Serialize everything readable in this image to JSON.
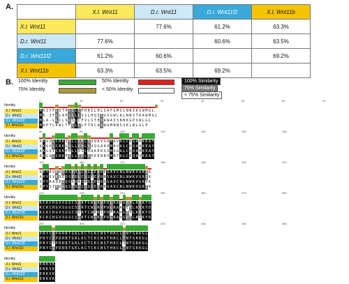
{
  "panels": {
    "a": "A.",
    "b": "B."
  },
  "table": {
    "column_headers": [
      "X.l. Wnt11",
      "D.r. Wnt11",
      "D.r. Wnt11f2",
      "X.l. Wnt11b"
    ],
    "rows": [
      {
        "label": "X.l. Wnt11",
        "cells": [
          "",
          "77.6%",
          "61.2%",
          "63.3%"
        ]
      },
      {
        "label": "D.r. Wnt11",
        "cells": [
          "77.6%",
          "",
          "60.6%",
          "63.5%"
        ]
      },
      {
        "label": "D.r. Wnt11f2",
        "cells": [
          "61.2%",
          "60.6%",
          "",
          "69.2%"
        ]
      },
      {
        "label": "X.l. Wnt11b",
        "cells": [
          "63.3%",
          "63.5%",
          "69.2%",
          ""
        ]
      }
    ],
    "colors": {
      "xl_wnt11": "#fde95c",
      "dr_wnt11": "#cde8f6",
      "dr_wnt11f2": "#38a9d9",
      "xl_wnt11b": "#f5c400"
    }
  },
  "legend": {
    "identity_100": "100% Identity",
    "identity_75": "75% Identity",
    "identity_50": "50% Identity",
    "identity_lt50": "< 50% Identity",
    "similarity_100": "100% Similarity",
    "similarity_75": "75% Similarity",
    "similarity_lt75": "< 75% Similarity",
    "colors": {
      "green": "#3aa935",
      "olive": "#a89a3a",
      "red": "#e02020"
    }
  },
  "alignment": {
    "identity_label": "Identity",
    "sequence_labels": [
      "X.l. Wnt11",
      "D.r. Wnt11",
      "D.r. Wnt11f2",
      "X.l. Wnt11b"
    ],
    "blocks": [
      {
        "ruler": [
          "1",
          "10",
          "20",
          "30",
          "40",
          "50",
          "60",
          "70"
        ],
        "seqs": [
          "MKIYFLSTPLLLLFHRILHLSAFGMSLNNIKSWMGL",
          "MK-IFLLAPLLLLSSLHQISGSGWLALNNSTKAWMGL",
          "MLA-LLCLSLSLCFVLSTESAWAISNNKGPSWLGL",
          "MAPTLKWLTFLLLLFTRCASWAMNNSSKLWLGLP"
        ]
      },
      {
        "ruler": [
          "80",
          "90",
          "100",
          "110",
          "120",
          "130",
          "140"
        ],
        "seqs": [
          "QKQVLCRKIQLLEHLQVQKVSDMAVALCKQAEKEAY",
          "QKQVLCRKLQLLEHLQVQGAKDMAVALCKQAAKEAY",
          "AKGQICRKFHLLDSLHAKEKSSMSGALCQQAMKEAY",
          "RKGQLCRKFQLLEHLQPKENNSMNTALCEQAVKEAY"
        ]
      },
      {
        "ruler": [
          "150",
          "160",
          "170",
          "180",
          "190",
          "200",
          "210"
        ],
        "seqs": [
          "APYRVRDGQSEDLCSGIEVREGAVCNLNWKVGRIR",
          "APYSVRDEQSEDLCSGVEVRNGAVCNLNWKVGRIR",
          "SPYRAQEGQSGDACNGIEIRDGAVCNLNWKVGRVK",
          "SPYSIRQGQSEDLCSGIEVRDGAVCNLNWKVGRIK"
        ]
      },
      {
        "ruler": [
          "220",
          "230",
          "240",
          "250",
          "260",
          "270",
          "280"
        ],
        "seqs": [
          "KCKCHGVSGSCSIRTCWLRVPDLRAAGDFLKEKYD",
          "KCKCHGVSGSCSIRTCWLRVPDLRAAGEFLKEKYD",
          "KCKCHGVSGSCSVRTCWRRLPDFRAVGDYLKEKYD",
          "KCKCHGVSGSCSIRTCWLRVPDLRAVGDFLKDKYD"
        ]
      },
      {
        "ruler": [
          "290",
          "300",
          "310",
          "320",
          "330",
          "340",
          "350"
        ],
        "seqs": [
          "PRYCIPDRRTGKLKCTCKCNSTHKCLTNTSRKGL",
          "PRYCIPDRRTGKLKCTCKCNSTHKCLTNTSRKGL",
          "PRYCVPDRRTGKLKCTCKCNSTHKCLSNTSRKGL",
          "PRYCIPDRRTGKLKCTCKCNSTHKCLTNTSRKGL"
        ]
      },
      {
        "ruler": [],
        "seqs": [
          "ERKVK",
          "ERKVK",
          "ERKVK",
          "ERKVK"
        ]
      }
    ]
  }
}
